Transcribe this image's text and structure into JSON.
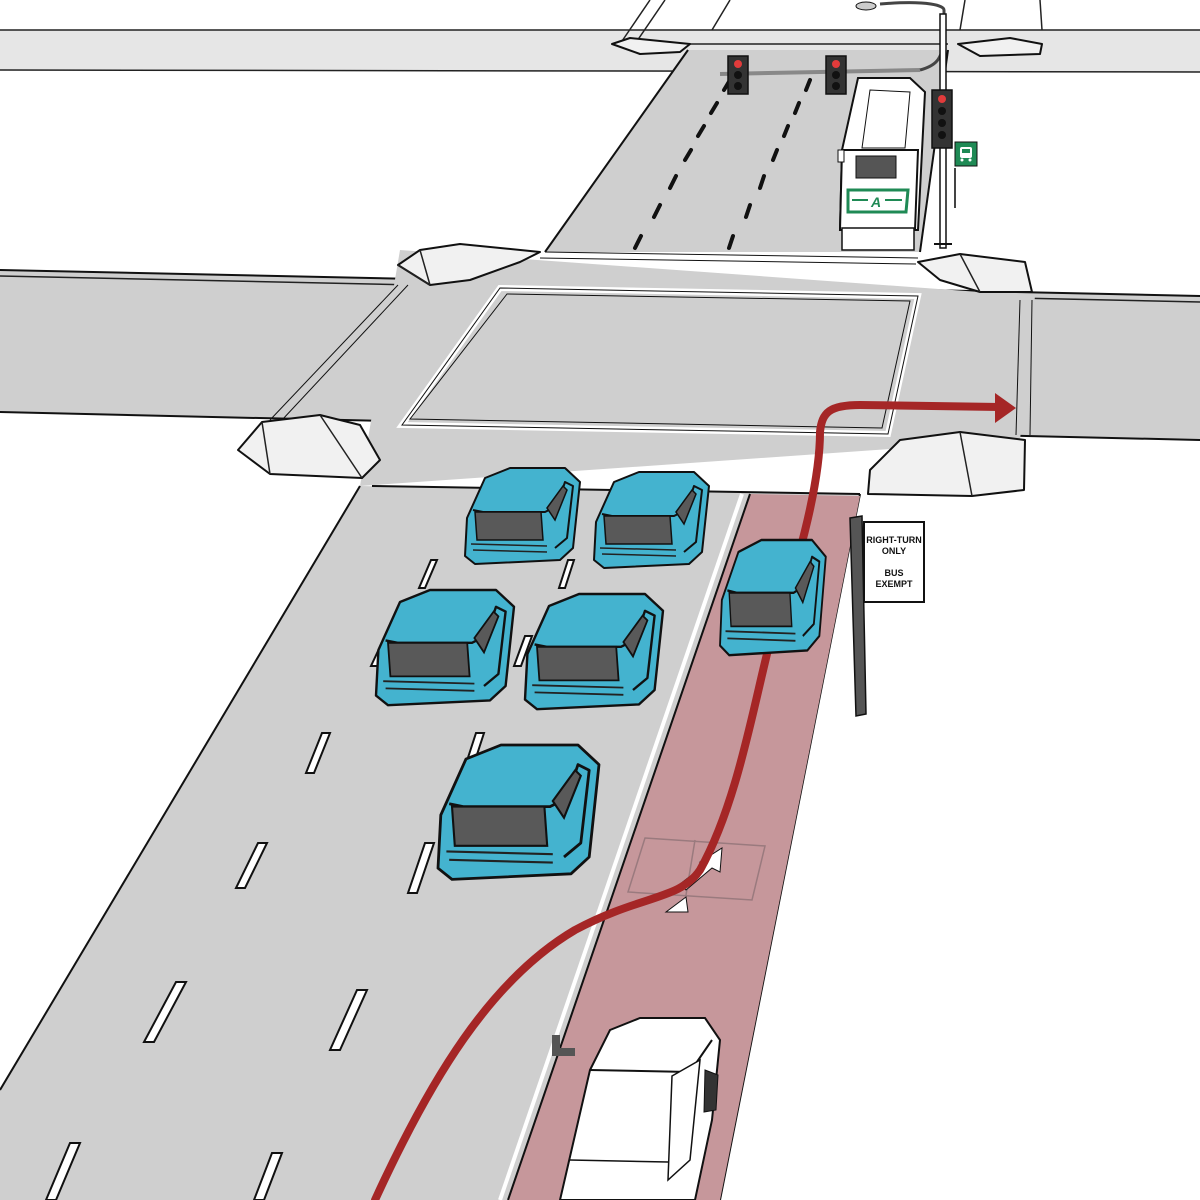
{
  "scene": {
    "description_type": "bus-lane intersection diagram",
    "colors": {
      "road": "#cfcfcf",
      "sidewalk": "#e6e6e6",
      "bus_lane": "#c6979b",
      "route_arrow": "#a52626",
      "car": "#44b3cf",
      "car_glass": "#595959",
      "bus_accent": "#1f8a55",
      "signal_red": "#e23b3b"
    },
    "sign": {
      "line1": "RIGHT-TURN",
      "line2": "ONLY",
      "line3": "BUS",
      "line4": "EXEMPT"
    },
    "bus": {
      "logo_text": "A"
    },
    "icons": {
      "bus_stop": "bus-icon",
      "route": "right-turn-arrow-icon",
      "lane_marking": "lane-shift-arrow-icon"
    }
  }
}
